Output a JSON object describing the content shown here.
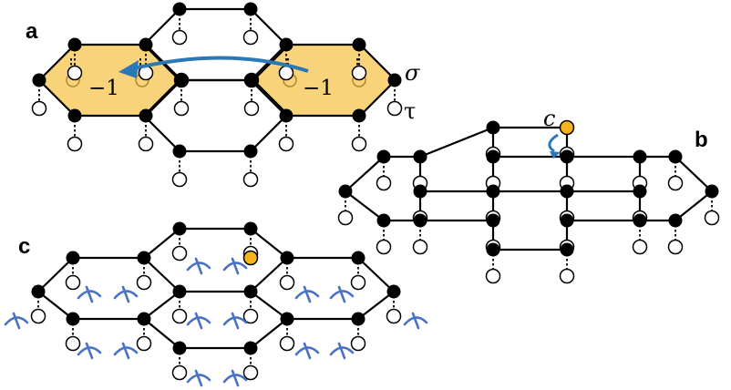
{
  "panels": {
    "a": {
      "label": "a",
      "left_charge": "−1",
      "right_charge": "−1",
      "sigma_label": "σ",
      "tau_label": "τ"
    },
    "b": {
      "label": "b",
      "c_label": "c"
    },
    "c": {
      "label": "c"
    }
  },
  "colors": {
    "highlight_fill": "#f9d37a",
    "blue_site": "#2f79b8",
    "arrow": "#2b78b7",
    "orange_site": "#f5b31d",
    "wiggle": "#4a72c4"
  }
}
